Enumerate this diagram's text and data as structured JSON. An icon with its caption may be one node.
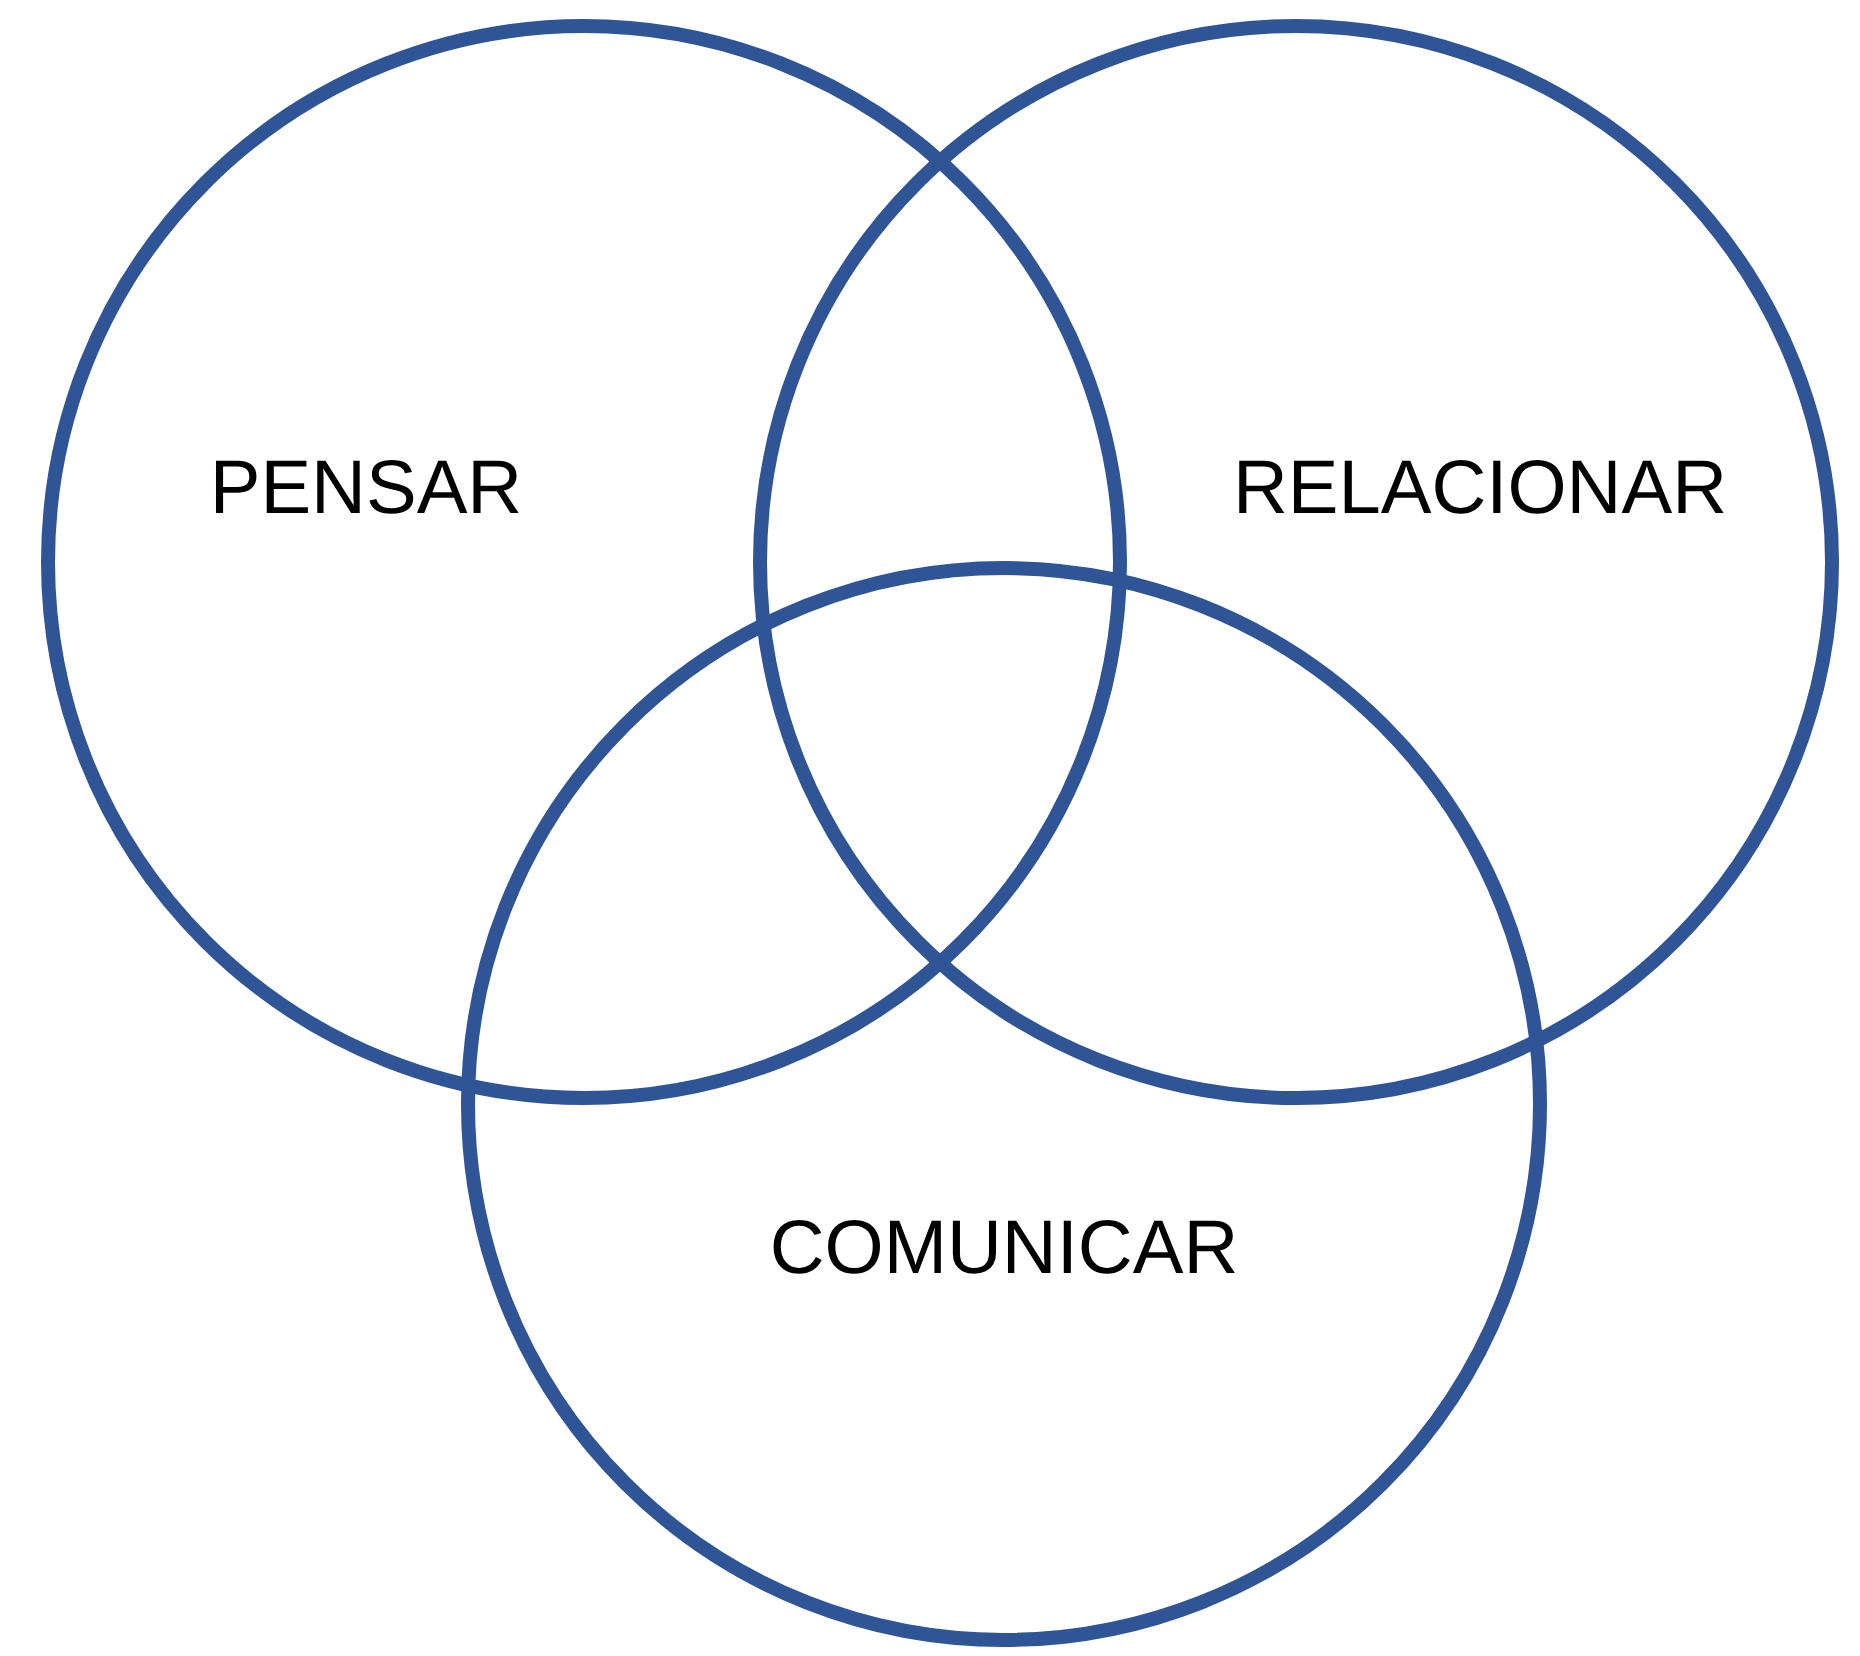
{
  "diagram": {
    "nodes": [
      {
        "text": [
          "PENSAR"
        ]
      },
      {
        "text": [
          "RELACIONAR"
        ]
      },
      {
        "text": [
          "COMUNICAR"
        ]
      }
    ]
  }
}
